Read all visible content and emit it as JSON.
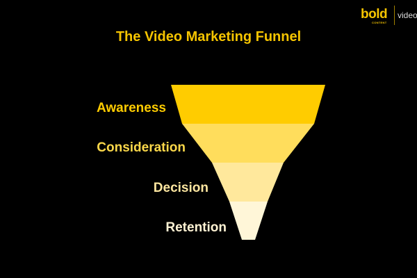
{
  "title": "The Video Marketing Funnel",
  "logo": {
    "brand": "bold",
    "sub": "CONTENT",
    "tagline": "video s"
  },
  "stages": [
    {
      "label": "Awareness",
      "color": "#ffcc00",
      "text_color": "#ffcc00"
    },
    {
      "label": "Consideration",
      "color": "#ffdd5c",
      "text_color": "#fbd84a"
    },
    {
      "label": "Decision",
      "color": "#ffe89c",
      "text_color": "#fde6a0"
    },
    {
      "label": "Retention",
      "color": "#fff6d8",
      "text_color": "#fff3d4"
    }
  ]
}
